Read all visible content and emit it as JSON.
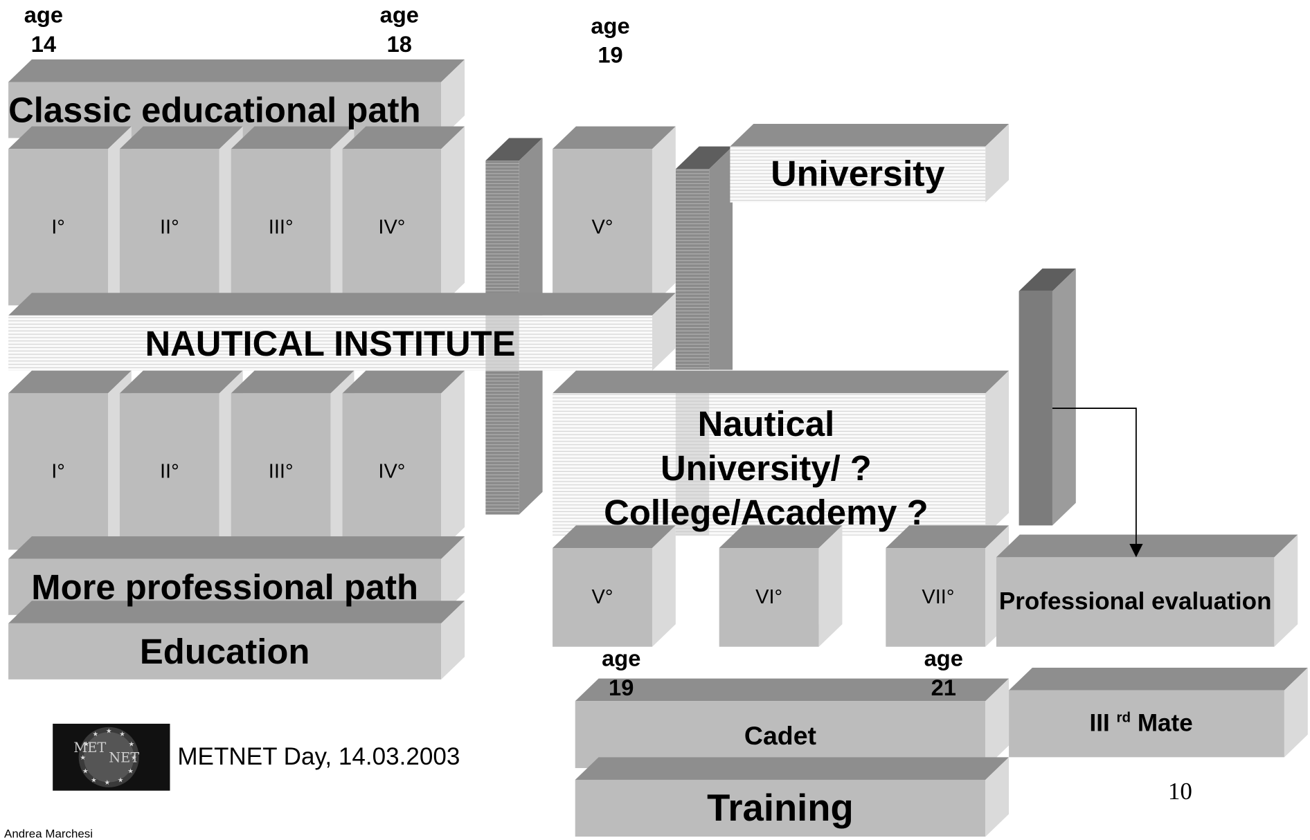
{
  "ages": {
    "a14": [
      "age",
      "14"
    ],
    "a18": [
      "age",
      "18"
    ],
    "a19_top": [
      "age",
      "19"
    ],
    "a19_bottom": [
      "age",
      "19"
    ],
    "a21": [
      "age",
      "21"
    ]
  },
  "top_path": {
    "title": "Classic educational path",
    "years": [
      "I°",
      "II°",
      "III°",
      "IV°"
    ],
    "extra_year": "V°"
  },
  "institute": "NAUTICAL INSTITUTE",
  "bottom_path": {
    "years": [
      "I°",
      "II°",
      "III°",
      "IV°"
    ],
    "title": "More professional path",
    "education": "Education"
  },
  "university": "University",
  "nautical_university": [
    "Nautical",
    "University/ ?",
    "College/Academy ?"
  ],
  "higher_years": [
    "V°",
    "VI°",
    "VII°"
  ],
  "professional_evaluation": "Professional evaluation",
  "cadet": "Cadet",
  "training": "Training",
  "mate": {
    "text": "III",
    "sup": "rd",
    "suffix": "Mate"
  },
  "footer": {
    "logo_text": [
      "MET",
      "NET"
    ],
    "event": "METNET Day, 14.03.2003",
    "author": "Andrea Marchesi",
    "page_number": "10"
  },
  "colors": {
    "face": "#bcbcbc",
    "top": "#8e8e8e",
    "side": "#dadada",
    "pillar": "#838383",
    "light": "#f7f7f7"
  }
}
